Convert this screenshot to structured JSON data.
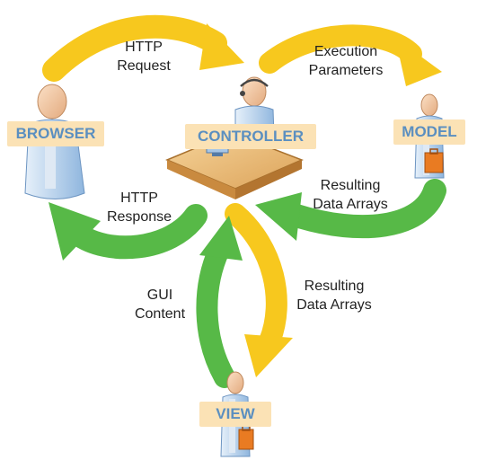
{
  "nodes": {
    "browser": "BROWSER",
    "controller": "CONTROLLER",
    "model": "MODEL",
    "view": "VIEW"
  },
  "edges": {
    "http_request": [
      "HTTP",
      "Request"
    ],
    "execution_parameters": [
      "Execution",
      "Parameters"
    ],
    "model_resulting_data_arrays": [
      "Resulting",
      "Data Arrays"
    ],
    "http_response": [
      "HTTP",
      "Response"
    ],
    "gui_content": [
      "GUI",
      "Content"
    ],
    "view_resulting_data_arrays": [
      "Resulting",
      "Data Arrays"
    ]
  },
  "colors": {
    "request_arrow": "#f7c81e",
    "response_arrow": "#57b947",
    "label_bg": "#fbe2b5",
    "label_text": "#5b8fc0"
  },
  "icons": [
    "person-icon",
    "operator-with-headset-icon",
    "desk-icon",
    "briefcase-icon"
  ]
}
